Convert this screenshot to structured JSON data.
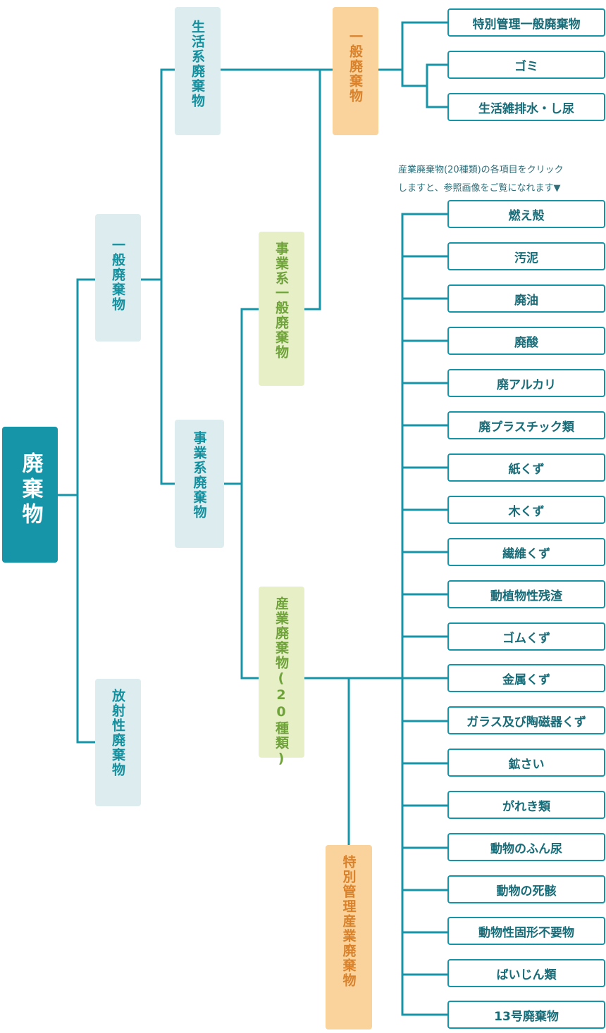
{
  "root": "廃棄物",
  "level1": {
    "general": "一般廃棄物",
    "radioactive": "放射性廃棄物"
  },
  "level2": {
    "household": "生活系廃棄物",
    "business": "事業系廃棄物"
  },
  "level3": {
    "general_waste": "一般廃棄物",
    "business_general": "事業系一般廃棄物",
    "industrial": "産業廃棄物(20種類)",
    "special_industrial": "特別管理産業廃棄物"
  },
  "general_items": [
    "特別管理一般廃棄物",
    "ゴミ",
    "生活雑排水・し尿"
  ],
  "note": {
    "line1": "産業廃棄物(20種類)の各項目をクリック",
    "line2": "しますと、参照画像をご覧になれます▼"
  },
  "industrial_items": [
    "燃え殻",
    "汚泥",
    "廃油",
    "廃酸",
    "廃アルカリ",
    "廃プラスチック類",
    "紙くず",
    "木くず",
    "繊維くず",
    "動植物性残渣",
    "ゴムくず",
    "金属くず",
    "ガラス及び陶磁器くず",
    "鉱さい",
    "がれき類",
    "動物のふん尿",
    "動物の死骸",
    "動物性固形不要物",
    "ばいじん類",
    "13号廃棄物"
  ],
  "colors": {
    "line": "#1795a8",
    "root_bg": "#1795a8",
    "light_blue_bg": "#dcecef",
    "green_bg": "#e7efc7",
    "green_text": "#6fa33a",
    "orange_bg": "#f9d29c",
    "orange_text": "#d9822b"
  }
}
